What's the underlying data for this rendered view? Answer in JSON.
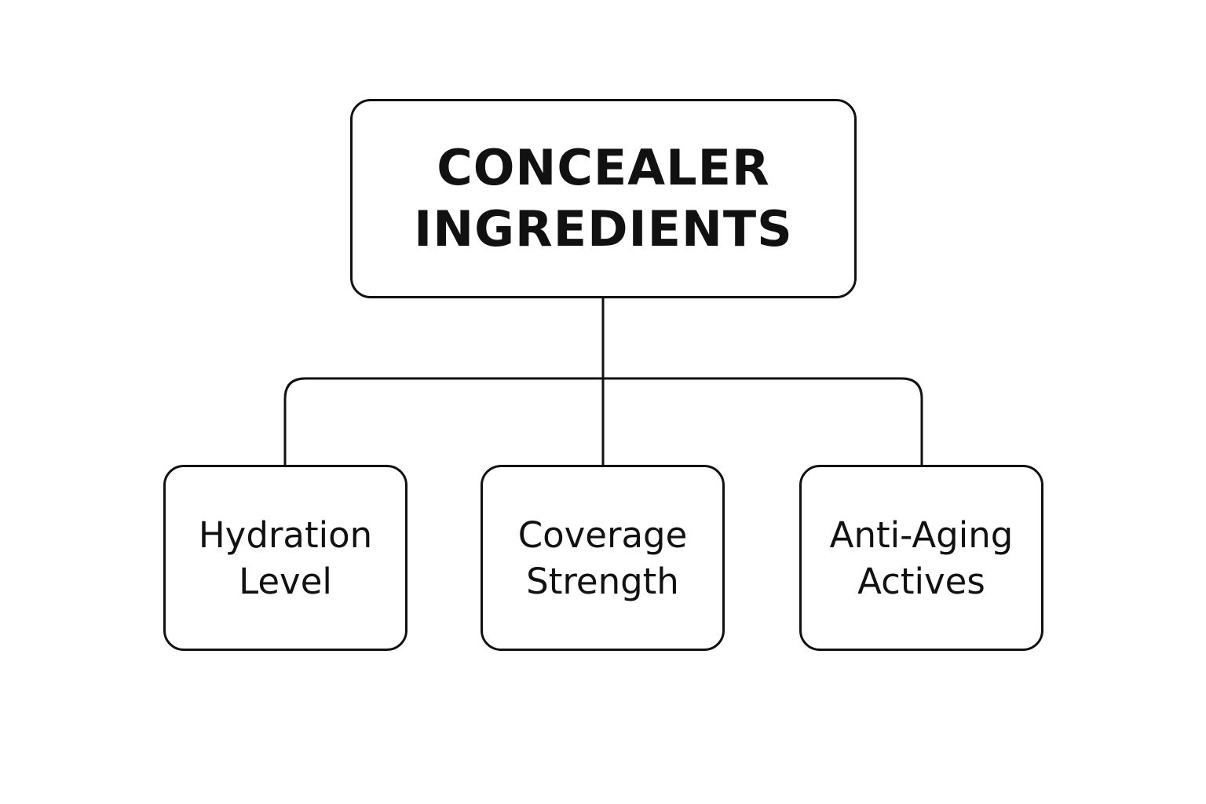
{
  "diagram": {
    "root": {
      "lines": [
        "CONCEALER",
        "INGREDIENTS"
      ]
    },
    "children": [
      {
        "lines": [
          "Hydration",
          "Level"
        ]
      },
      {
        "lines": [
          "Coverage",
          "Strength"
        ]
      },
      {
        "lines": [
          "Anti-Aging",
          "Actives"
        ]
      }
    ]
  },
  "colors": {
    "stroke": "#111111",
    "background": "#ffffff"
  }
}
